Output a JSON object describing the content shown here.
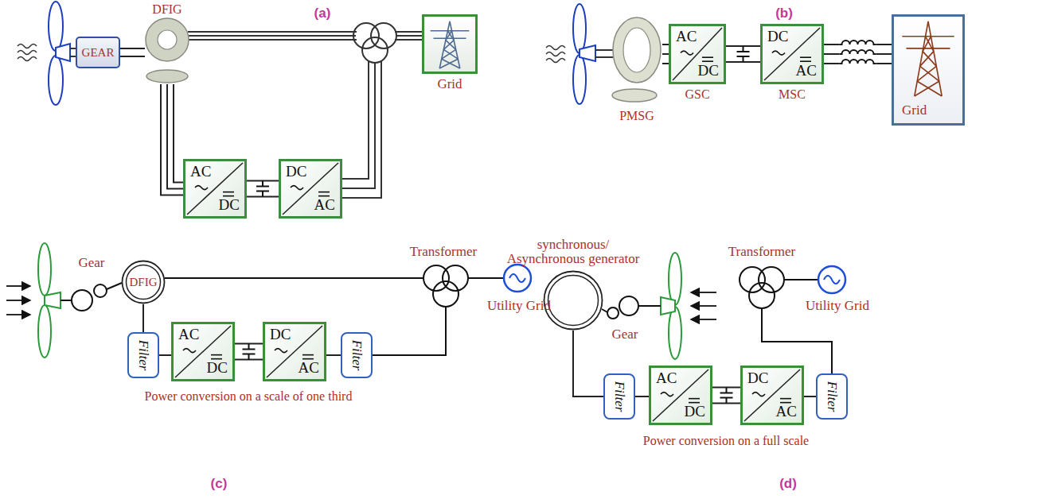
{
  "diagram": {
    "nodes": [
      {
        "text": [
          "GEAR"
        ]
      },
      {
        "text": [
          "DFIG"
        ]
      },
      {
        "text": [
          "AC",
          "DC"
        ]
      },
      {
        "text": [
          "DC",
          "AC"
        ]
      },
      {
        "text": [
          "Grid"
        ]
      },
      {
        "text": [
          "PMSG"
        ]
      },
      {
        "text": [
          "AC",
          "DC",
          "GSC"
        ]
      },
      {
        "text": [
          "DC",
          "AC",
          "MSC"
        ]
      },
      {
        "text": [
          "Grid"
        ]
      },
      {
        "text": [
          "DFIG"
        ]
      },
      {
        "text": [
          "Filter"
        ]
      },
      {
        "text": [
          "AC",
          "DC"
        ]
      },
      {
        "text": [
          "DC",
          "AC"
        ]
      },
      {
        "text": [
          "Filter"
        ]
      },
      {
        "text": [
          "synchronous/ Asynchronous generator"
        ]
      },
      {
        "text": [
          "Filter"
        ]
      },
      {
        "text": [
          "AC",
          "DC"
        ]
      },
      {
        "text": [
          "DC",
          "AC"
        ]
      },
      {
        "text": [
          "Filter"
        ]
      }
    ],
    "edges": [
      {
        "from": 0,
        "to": 1,
        "arrow": "none"
      },
      {
        "from": 1,
        "to": 2,
        "arrow": "none"
      },
      {
        "from": 2,
        "to": 3,
        "arrow": "none"
      },
      {
        "from": 5,
        "to": 6,
        "arrow": "none"
      },
      {
        "from": 6,
        "to": 7,
        "arrow": "none"
      },
      {
        "from": 7,
        "to": 8,
        "arrow": "none"
      },
      {
        "from": 9,
        "to": 10,
        "arrow": "none"
      },
      {
        "from": 10,
        "to": 11,
        "arrow": "none"
      },
      {
        "from": 11,
        "to": 12,
        "arrow": "none"
      },
      {
        "from": 12,
        "to": 13,
        "arrow": "none"
      },
      {
        "from": 14,
        "to": 15,
        "arrow": "none"
      },
      {
        "from": 15,
        "to": 16,
        "arrow": "none"
      },
      {
        "from": 16,
        "to": 17,
        "arrow": "none"
      },
      {
        "from": 17,
        "to": 18,
        "arrow": "none"
      }
    ],
    "labels": [
      "(a)",
      "(b)",
      "Gear",
      "Transformer",
      "Utility Grid",
      "Power conversion on a scale of one third",
      "(c)",
      "Gear",
      "Transformer",
      "Utility Grid",
      "Power conversion on a full scale",
      "(d)"
    ]
  }
}
